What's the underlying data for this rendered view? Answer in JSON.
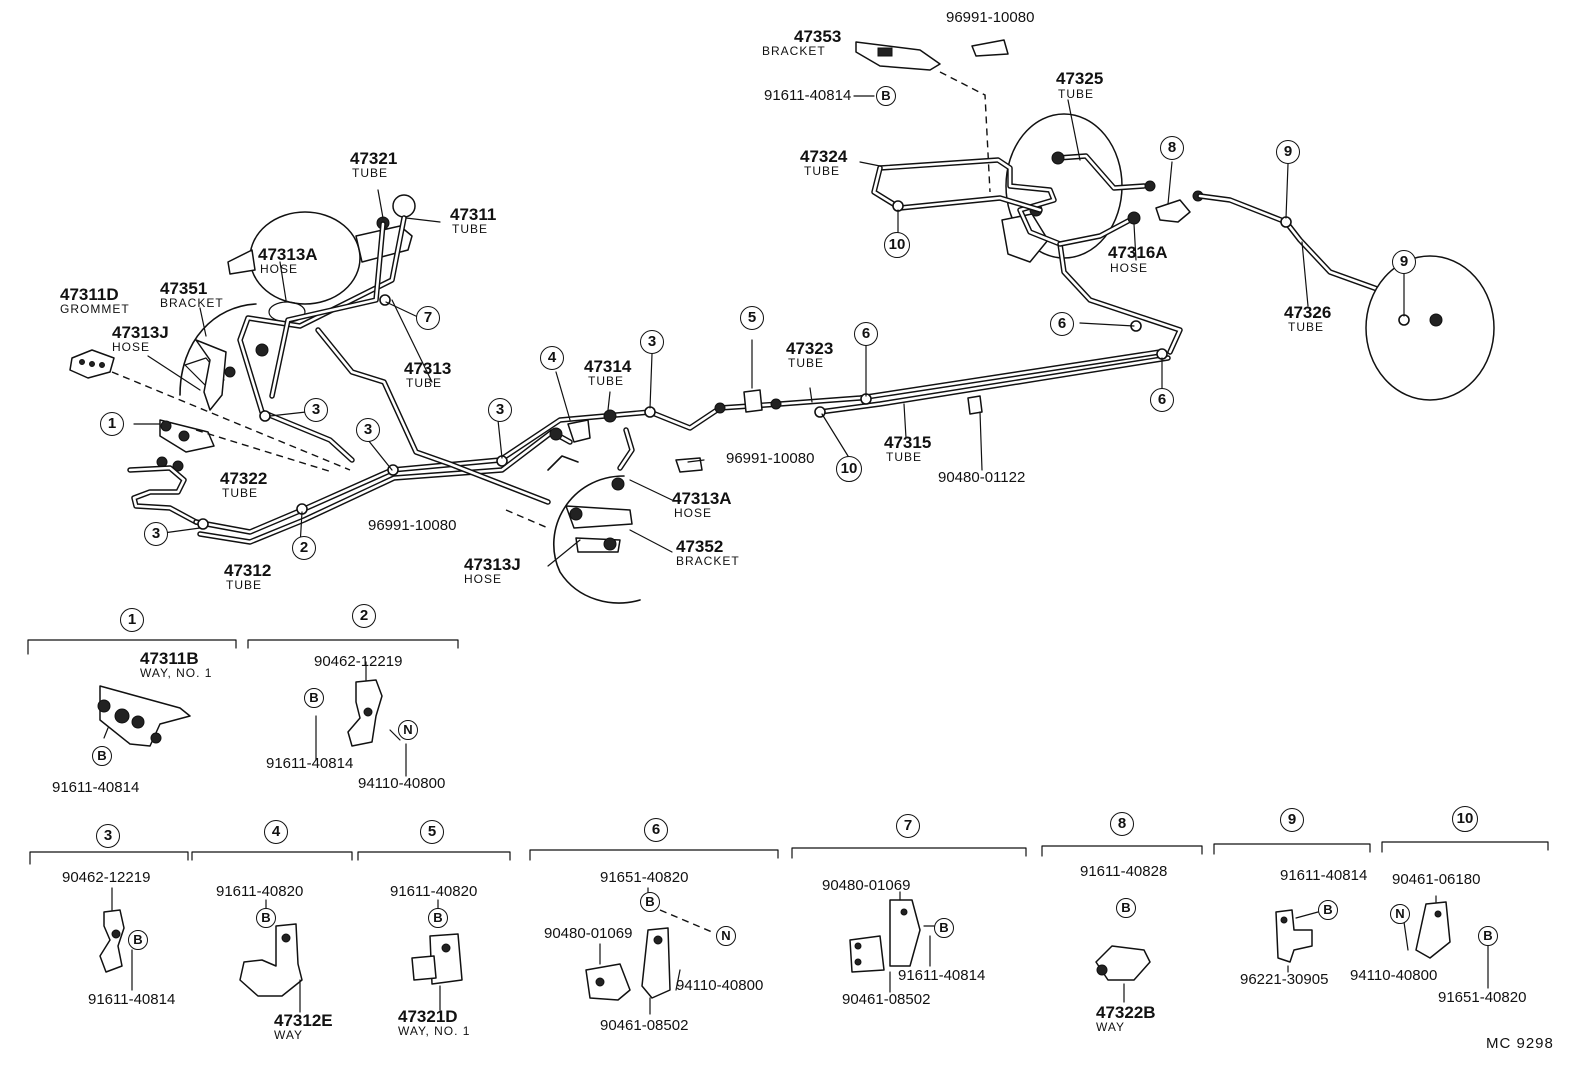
{
  "diagram_id": "MC 9298",
  "main_labels": [
    {
      "pn": "47353",
      "sub": "BRACKET"
    },
    {
      "pn": "96991-10080"
    },
    {
      "pn": "91611-40814"
    },
    {
      "pn": "47325",
      "sub": "TUBE"
    },
    {
      "pn": "47324",
      "sub": "TUBE"
    },
    {
      "pn": "47316A",
      "sub": "HOSE"
    },
    {
      "pn": "47326",
      "sub": "TUBE"
    },
    {
      "pn": "47321",
      "sub": "TUBE"
    },
    {
      "pn": "47311",
      "sub": "TUBE"
    },
    {
      "pn": "47313A",
      "sub": "HOSE"
    },
    {
      "pn": "47311D",
      "sub": "GROMMET"
    },
    {
      "pn": "47351",
      "sub": "BRACKET"
    },
    {
      "pn": "47313J",
      "sub": "HOSE"
    },
    {
      "pn": "47313",
      "sub": "TUBE"
    },
    {
      "pn": "47314",
      "sub": "TUBE"
    },
    {
      "pn": "47323",
      "sub": "TUBE"
    },
    {
      "pn": "47315",
      "sub": "TUBE"
    },
    {
      "pn": "90480-01122"
    },
    {
      "pn": "96991-10080"
    },
    {
      "pn": "47313A",
      "sub": "HOSE"
    },
    {
      "pn": "47352",
      "sub": "BRACKET"
    },
    {
      "pn": "47313J",
      "sub": "HOSE"
    },
    {
      "pn": "96991-10080"
    },
    {
      "pn": "47322",
      "sub": "TUBE"
    },
    {
      "pn": "47312",
      "sub": "TUBE"
    }
  ],
  "callout_numbers": [
    "1",
    "2",
    "3",
    "4",
    "5",
    "6",
    "7",
    "8",
    "9",
    "10"
  ],
  "circle_letters": {
    "b": "B",
    "n": "N"
  },
  "detail_groups": [
    {
      "id": "1",
      "labels": [
        {
          "pn": "47311B",
          "sub": "WAY, NO. 1"
        },
        {
          "pn": "91611-40814"
        }
      ]
    },
    {
      "id": "2",
      "labels": [
        {
          "pn": "90462-12219"
        },
        {
          "pn": "91611-40814"
        },
        {
          "pn": "94110-40800"
        }
      ]
    },
    {
      "id": "3",
      "labels": [
        {
          "pn": "90462-12219"
        },
        {
          "pn": "91611-40814"
        }
      ]
    },
    {
      "id": "4",
      "labels": [
        {
          "pn": "91611-40820"
        },
        {
          "pn": "47312E",
          "sub": "WAY"
        }
      ]
    },
    {
      "id": "5",
      "labels": [
        {
          "pn": "91611-40820"
        },
        {
          "pn": "47321D",
          "sub": "WAY, NO. 1"
        }
      ]
    },
    {
      "id": "6",
      "labels": [
        {
          "pn": "91651-40820"
        },
        {
          "pn": "90480-01069"
        },
        {
          "pn": "94110-40800"
        },
        {
          "pn": "90461-08502"
        }
      ]
    },
    {
      "id": "7",
      "labels": [
        {
          "pn": "90480-01069"
        },
        {
          "pn": "91611-40814"
        },
        {
          "pn": "90461-08502"
        }
      ]
    },
    {
      "id": "8",
      "labels": [
        {
          "pn": "91611-40828"
        },
        {
          "pn": "47322B",
          "sub": "WAY"
        }
      ]
    },
    {
      "id": "9",
      "labels": [
        {
          "pn": "91611-40814"
        },
        {
          "pn": "96221-30905"
        }
      ]
    },
    {
      "id": "10",
      "labels": [
        {
          "pn": "90461-06180"
        },
        {
          "pn": "94110-40800"
        },
        {
          "pn": "91651-40820"
        }
      ]
    }
  ]
}
